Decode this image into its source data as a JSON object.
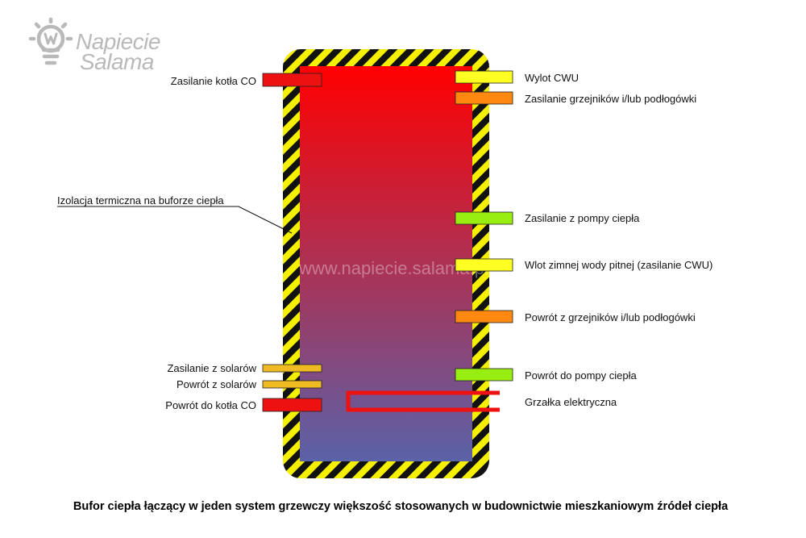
{
  "logo": {
    "line1": "Napiecie",
    "line2": "Salama",
    "icon": "lightbulb-w-icon"
  },
  "watermark": "www.napiecie.salama.pl",
  "colors": {
    "tank_top": "#ff0000",
    "tank_bottom": "#5a62a8",
    "stripe_yellow": "#f5f000",
    "stripe_black": "#111111",
    "port_red": "#ee1111",
    "port_yellow": "#ffff22",
    "port_orange": "#ff8811",
    "port_green": "#99ee11",
    "port_solar": "#f0bb22",
    "heater": "#ee1111"
  },
  "labels": {
    "boiler_supply": "Zasilanie kotła CO",
    "insulation": "Izolacja termiczna na buforze ciepła",
    "solar_supply": "Zasilanie z solarów",
    "solar_return": "Powrót z solarów",
    "boiler_return": "Powrót do kotła CO",
    "hot_water_out": "Wylot CWU",
    "heating_supply": "Zasilanie grzejników i/lub podłogówki",
    "heat_pump_supply": "Zasilanie z pompy ciepła",
    "cold_water_in": "Wlot zimnej wody pitnej (zasilanie CWU)",
    "heating_return": "Powrót z grzejników i/lub podłogówki",
    "heat_pump_return": "Powrót do pompy ciepła",
    "electric_heater": "Grzałka elektryczna"
  },
  "caption": "Bufor ciepła łączący w jeden system grzewczy większość stosowanych w budownictwie mieszkaniowym źródeł ciepła"
}
